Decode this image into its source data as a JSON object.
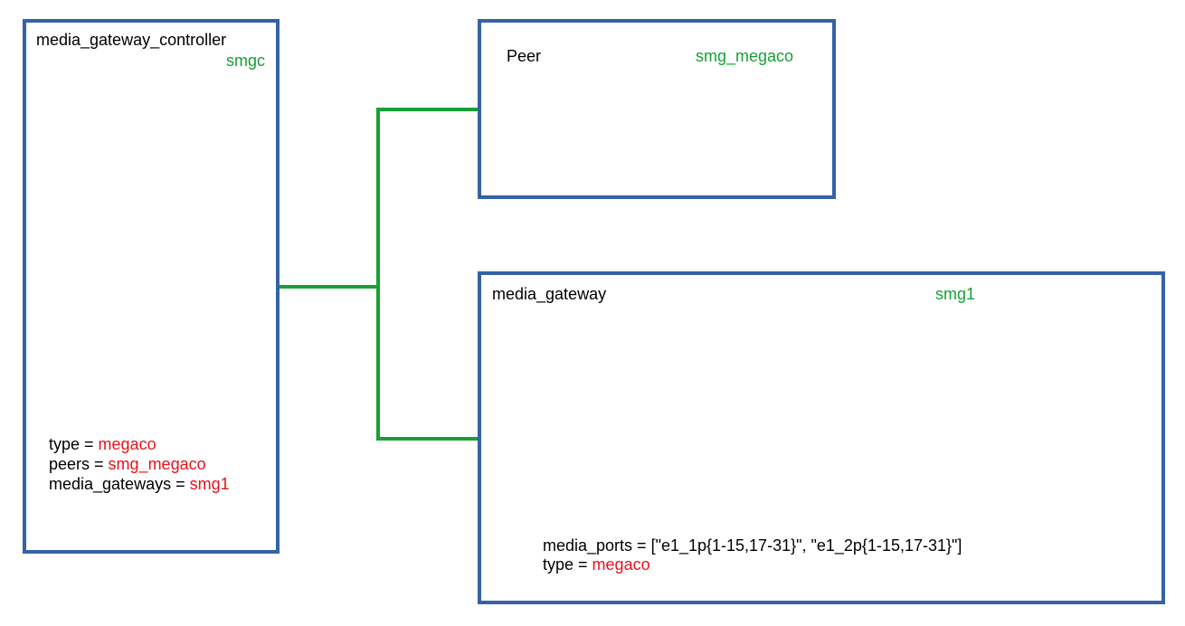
{
  "controller": {
    "title": "media_gateway_controller",
    "name": "smgc",
    "props": [
      {
        "key": "type",
        "sep": " = ",
        "value": "megaco"
      },
      {
        "key": "peers",
        "sep": " = ",
        "value": "smg_megaco"
      },
      {
        "key": "media_gateways",
        "sep": " = ",
        "value": "smg1"
      }
    ]
  },
  "peer": {
    "title": "Peer",
    "name": "smg_megaco"
  },
  "gateway": {
    "title": "media_gateway",
    "name": "smg1",
    "ports_line": "media_ports = [\"e1_1p{1-15,17-31}\", \"e1_2p{1-15,17-31}\"]",
    "props": [
      {
        "key": "type",
        "sep": " = ",
        "value": "megaco"
      }
    ]
  },
  "colors": {
    "box_border": "#3462a6",
    "connector": "#16a035",
    "name_text": "#16a035",
    "value_text": "#e8121b"
  }
}
